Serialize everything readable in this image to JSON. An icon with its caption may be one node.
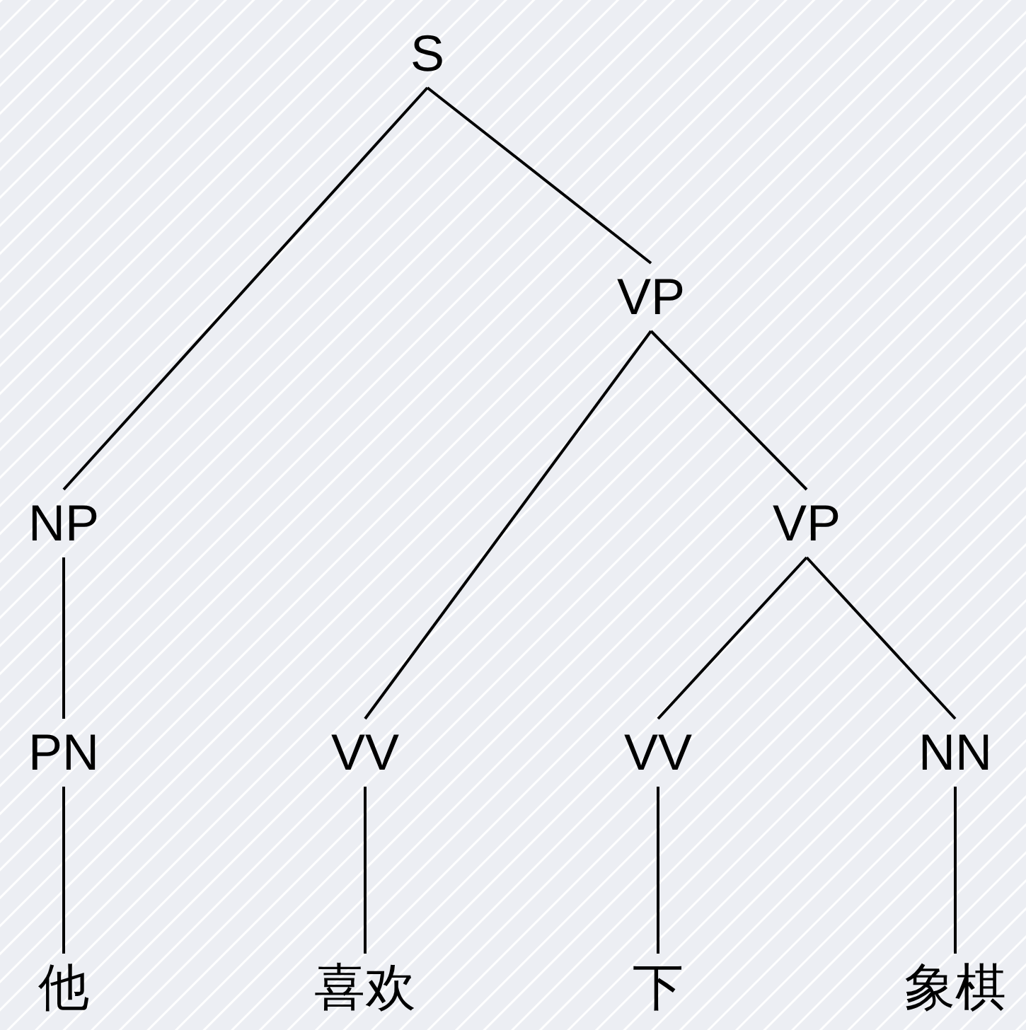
{
  "diagram": {
    "nodes": [
      {
        "text": [
          "S"
        ]
      },
      {
        "text": [
          "VP"
        ]
      },
      {
        "text": [
          "NP"
        ]
      },
      {
        "text": [
          "VP"
        ]
      },
      {
        "text": [
          "PN"
        ]
      },
      {
        "text": [
          "VV"
        ]
      },
      {
        "text": [
          "VV"
        ]
      },
      {
        "text": [
          "NN"
        ]
      },
      {
        "text": [
          "他"
        ]
      },
      {
        "text": [
          "喜欢"
        ]
      },
      {
        "text": [
          "下"
        ]
      },
      {
        "text": [
          "象棋"
        ]
      }
    ],
    "edges": [
      {
        "from": 0,
        "to": 2,
        "arrow": "none"
      },
      {
        "from": 0,
        "to": 1,
        "arrow": "none"
      },
      {
        "from": 1,
        "to": 5,
        "arrow": "none"
      },
      {
        "from": 1,
        "to": 3,
        "arrow": "none"
      },
      {
        "from": 2,
        "to": 4,
        "arrow": "none"
      },
      {
        "from": 3,
        "to": 6,
        "arrow": "none"
      },
      {
        "from": 3,
        "to": 7,
        "arrow": "none"
      },
      {
        "from": 4,
        "to": 8,
        "arrow": "none"
      },
      {
        "from": 5,
        "to": 9,
        "arrow": "none"
      },
      {
        "from": 6,
        "to": 10,
        "arrow": "none"
      },
      {
        "from": 7,
        "to": 11,
        "arrow": "none"
      }
    ]
  }
}
